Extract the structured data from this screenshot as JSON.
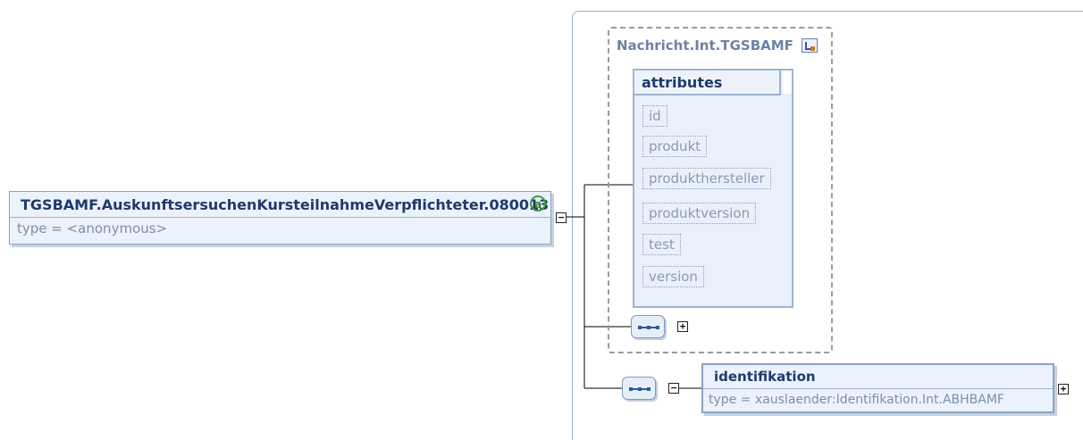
{
  "root_element": {
    "name": "TGSBAMF.AuskunftsersuchenKursteilnahmeVerpflichteter.080013",
    "type_label": "type = <anonymous>",
    "badge": "a"
  },
  "complex_type": {
    "title": "Nachricht.Int.TGSBAMF",
    "icon": "type-reference-icon"
  },
  "attributes": {
    "header": "attributes",
    "items": [
      "id",
      "produkt",
      "produkthersteller",
      "produktversion",
      "test",
      "version"
    ]
  },
  "toggles": {
    "collapse": "−",
    "expand": "+"
  },
  "child_element": {
    "name": "identifikation",
    "type_label": "type = xauslaender:Identifikation.Int.ABHBAMF"
  },
  "colors": {
    "box_fill": "#ecf2fb",
    "box_border": "#8aa2c2",
    "title_text": "#1f3a6d",
    "muted_text": "#7d8fa9",
    "badge_green": "#3e9e3e"
  }
}
